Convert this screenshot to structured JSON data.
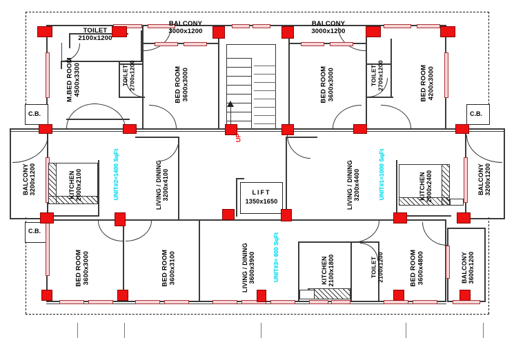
{
  "drawing": {
    "type": "architectural-floor-plan",
    "title": "Residential Floor Plan",
    "colors": {
      "wall": "#2b2b2b",
      "column": "#ee1111",
      "window": "#f6d3d6",
      "unit_label": "#19e0f0",
      "up_label": "#ee1111",
      "background": "#ffffff"
    }
  },
  "units": [
    {
      "id": "unit1",
      "label": "UNIT#1=1000 SqFt"
    },
    {
      "id": "unit2",
      "label": "UNIT#2=1400 SqFt"
    },
    {
      "id": "unit3",
      "label": "UNIT#3= 600 SqFt"
    }
  ],
  "circulation": {
    "stair_direction_label": "UP",
    "lift": {
      "name": "LIFT",
      "dimension": "1350x1650"
    }
  },
  "cupboards": [
    {
      "label": "C.B."
    },
    {
      "label": "C.B."
    },
    {
      "label": "C.B."
    }
  ],
  "rooms": [
    {
      "id": "r-toilet-tl",
      "name": "TOILET",
      "dimension": "2100x1200"
    },
    {
      "id": "r-mbed-tl",
      "name": "M.BED ROOM",
      "dimension": "4500x3300"
    },
    {
      "id": "r-toilet-tl2",
      "name": "TOILET",
      "dimension": "2700x1200"
    },
    {
      "id": "r-balcony-t1",
      "name": "BALCONY",
      "dimension": "3000x1200"
    },
    {
      "id": "r-bed-t1",
      "name": "BED ROOM",
      "dimension": "3600x3000"
    },
    {
      "id": "r-balcony-t2",
      "name": "BALCONY",
      "dimension": "3000x1200"
    },
    {
      "id": "r-bed-t2",
      "name": "BED ROOM",
      "dimension": "3600x3000"
    },
    {
      "id": "r-toilet-tr",
      "name": "TOILET",
      "dimension": "2700x1200"
    },
    {
      "id": "r-bed-tr",
      "name": "BED ROOM",
      "dimension": "4200x3000"
    },
    {
      "id": "r-balcony-ml",
      "name": "BALCONY",
      "dimension": "3200x1200"
    },
    {
      "id": "r-kitchen-ml",
      "name": "KITCHEN",
      "dimension": "2000x2100"
    },
    {
      "id": "r-living-ml",
      "name": "LIVING / DINING",
      "dimension": "3200x4100"
    },
    {
      "id": "r-living-mr",
      "name": "LIVING / DINING",
      "dimension": "3200x4400"
    },
    {
      "id": "r-kitchen-mr",
      "name": "KITCHEN",
      "dimension": "2000x2400"
    },
    {
      "id": "r-balcony-mr",
      "name": "BALCONY",
      "dimension": "3200x1200"
    },
    {
      "id": "r-bed-bl1",
      "name": "BED ROOM",
      "dimension": "3600x3000"
    },
    {
      "id": "r-bed-bl2",
      "name": "BED ROOM",
      "dimension": "3600x3100"
    },
    {
      "id": "r-living-b",
      "name": "LIVING / DINING",
      "dimension": "3600x3900"
    },
    {
      "id": "r-kitchen-b",
      "name": "KITCHEN",
      "dimension": "2100x1800"
    },
    {
      "id": "r-toilet-b",
      "name": "TOILET",
      "dimension": "2100x1200"
    },
    {
      "id": "r-bed-br",
      "name": "BED ROOM",
      "dimension": "3600x4800"
    },
    {
      "id": "r-balcony-br",
      "name": "BALCONY",
      "dimension": "3600x1200"
    }
  ]
}
